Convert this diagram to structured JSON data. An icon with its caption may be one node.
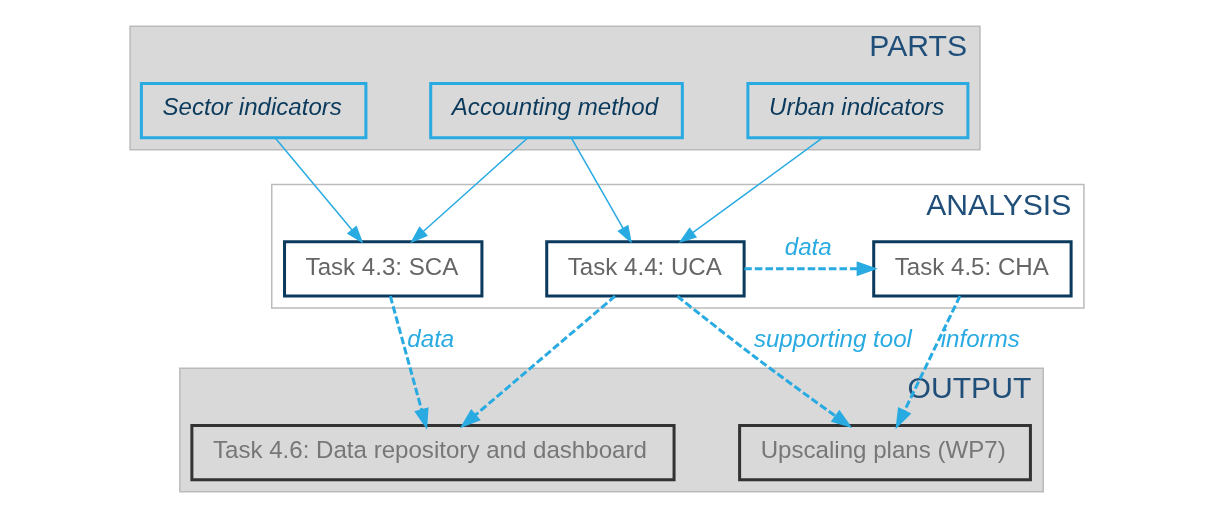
{
  "diagram": {
    "nodes": [
      {
        "text": [
          "PARTS"
        ]
      },
      {
        "text": [
          "Accounting method"
        ],
        "in": 0
      },
      {
        "text": [
          "Sector indicators"
        ],
        "in": 0
      },
      {
        "text": [
          "Urban indicators"
        ],
        "in": 0
      },
      {
        "text": [
          "ANALYSIS"
        ]
      },
      {
        "text": [
          "Task 4.3: SCA"
        ],
        "in": 4
      },
      {
        "text": [
          "Task 4.4: UCA"
        ],
        "in": 4
      },
      {
        "text": [
          "Task 4.5: CHA"
        ],
        "in": 4
      },
      {
        "text": [
          "OUTPUT"
        ]
      },
      {
        "text": [
          "Task 4.6: Data repository and dashboard"
        ],
        "in": 8
      },
      {
        "text": [
          "Upscaling plans (WP7)"
        ],
        "in": 8
      }
    ],
    "edges": [
      {
        "from": 1,
        "to": 5,
        "arrow": "to"
      },
      {
        "from": 1,
        "to": 6,
        "arrow": "to"
      },
      {
        "from": 2,
        "to": 5,
        "arrow": "to"
      },
      {
        "from": 3,
        "to": 6,
        "arrow": "to"
      },
      {
        "from": 5,
        "to": 9,
        "arrow": "to",
        "style": "dashed",
        "label": "data"
      },
      {
        "from": 6,
        "to": 9,
        "arrow": "to",
        "style": "dashed"
      },
      {
        "from": 6,
        "to": 7,
        "arrow": "to",
        "style": "dashed",
        "label": "data"
      },
      {
        "from": 6,
        "to": 10,
        "arrow": "to",
        "style": "dashed",
        "label": "supporting tool"
      },
      {
        "from": 7,
        "to": 10,
        "arrow": "to",
        "style": "dashed",
        "label": "informs"
      }
    ]
  }
}
